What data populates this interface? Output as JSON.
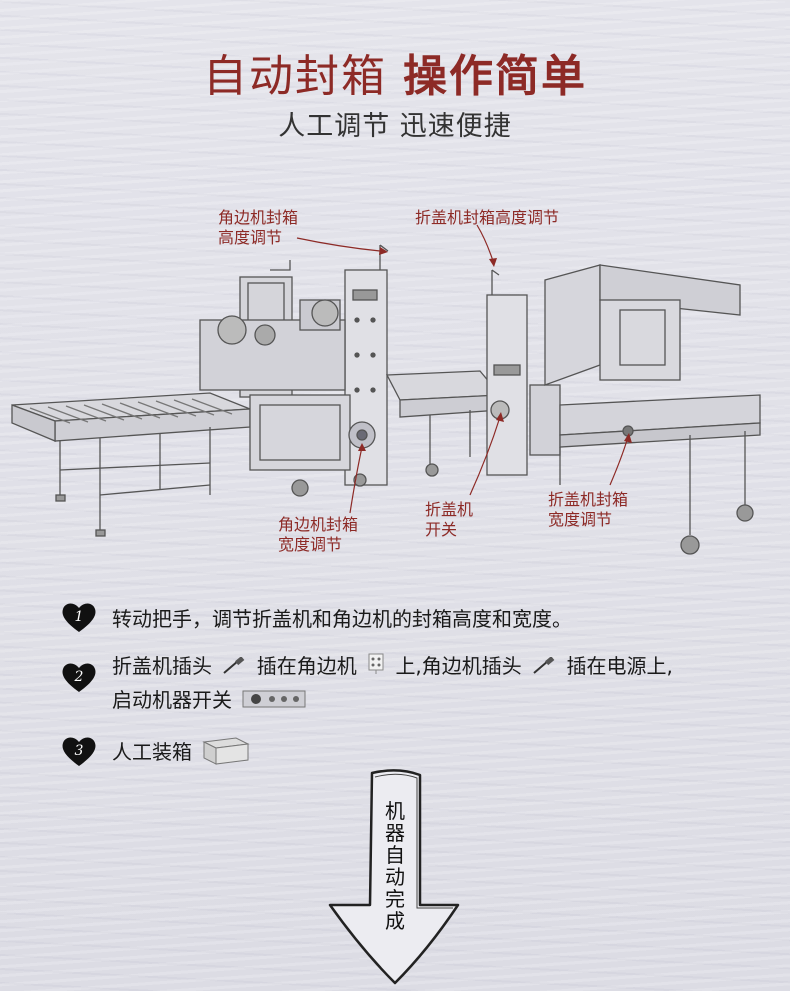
{
  "header": {
    "title_light": "自动封箱",
    "title_bold": "操作简单",
    "subtitle": "人工调节 迅速便捷"
  },
  "callouts": {
    "corner_height_line1": "角边机封箱",
    "corner_height_line2": "高度调节",
    "fold_height": "折盖机封箱高度调节",
    "corner_width_line1": "角边机封箱",
    "corner_width_line2": "宽度调节",
    "fold_switch_line1": "折盖机",
    "fold_switch_line2": "开关",
    "fold_width_line1": "折盖机封箱",
    "fold_width_line2": "宽度调节"
  },
  "steps": [
    {
      "number": "1",
      "text": "转动把手，调节折盖机和角边机的封箱高度和宽度。"
    },
    {
      "number": "2",
      "part1": "折盖机插头",
      "part2": "插在角边机",
      "part3": "上,角边机插头",
      "part4": "插在电源上,",
      "line2": "启动机器开关"
    },
    {
      "number": "3",
      "text": "人工装箱"
    }
  ],
  "arrow": {
    "text": "机器自动完成"
  },
  "colors": {
    "accent": "#8d2a26",
    "text": "#1a1a1a"
  }
}
